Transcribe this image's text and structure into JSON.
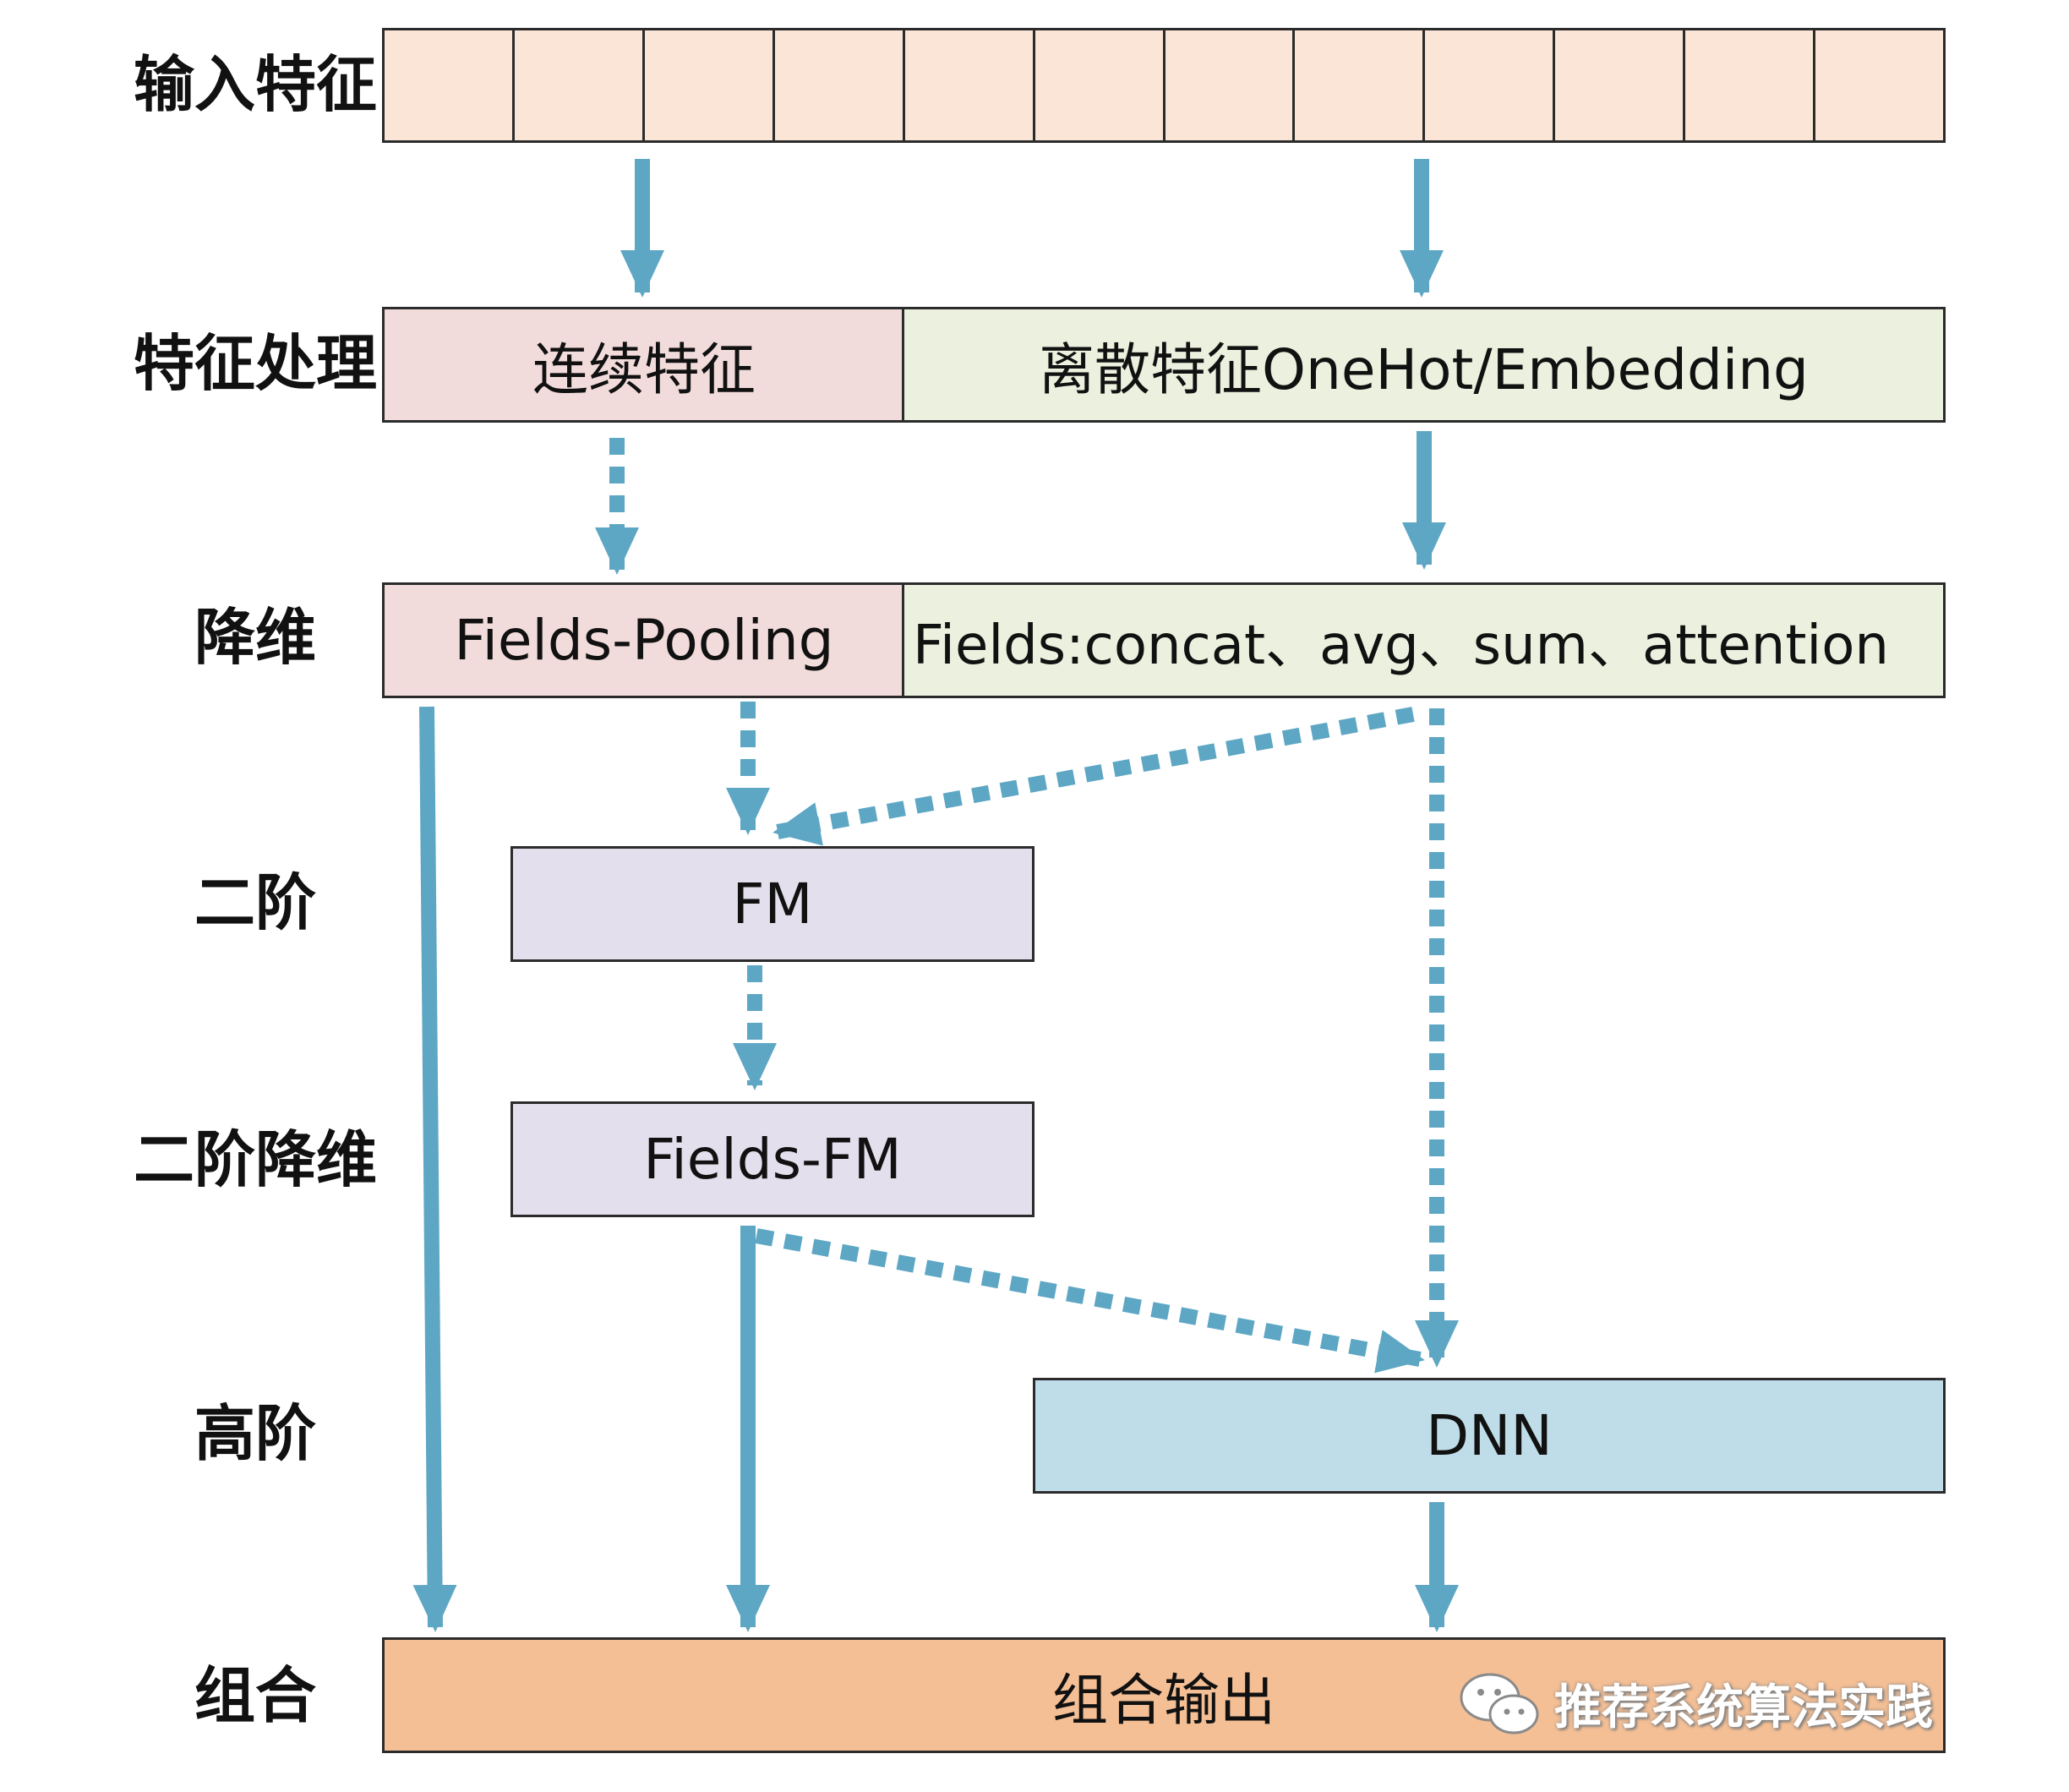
{
  "row_labels": {
    "input": "输入特征",
    "processing": "特征处理",
    "reduction": "降维",
    "second_order": "二阶",
    "second_order_reduction": "二阶降维",
    "high_order": "高阶",
    "combination": "组合"
  },
  "input_cells": 12,
  "nodes": {
    "continuous": "连续特征",
    "discrete": "离散特征OneHot/Embedding",
    "fields_pooling": "Fields-Pooling",
    "fields_concat": "Fields:concat、avg、sum、attention",
    "fm": "FM",
    "fields_fm": "Fields-FM",
    "dnn": "DNN",
    "output": "组合输出"
  },
  "watermark": {
    "icon": "wechat-icon",
    "text": "推荐系统算法实践"
  },
  "colors": {
    "input_fill": "#fbe5d6",
    "continuous_fill": "#f2dcdb",
    "discrete_fill": "#ebf1de",
    "fm_fill": "#e4dfec",
    "dnn_fill": "#bfdde8",
    "output_fill": "#f4bf95",
    "arrow": "#5ea7c4"
  }
}
